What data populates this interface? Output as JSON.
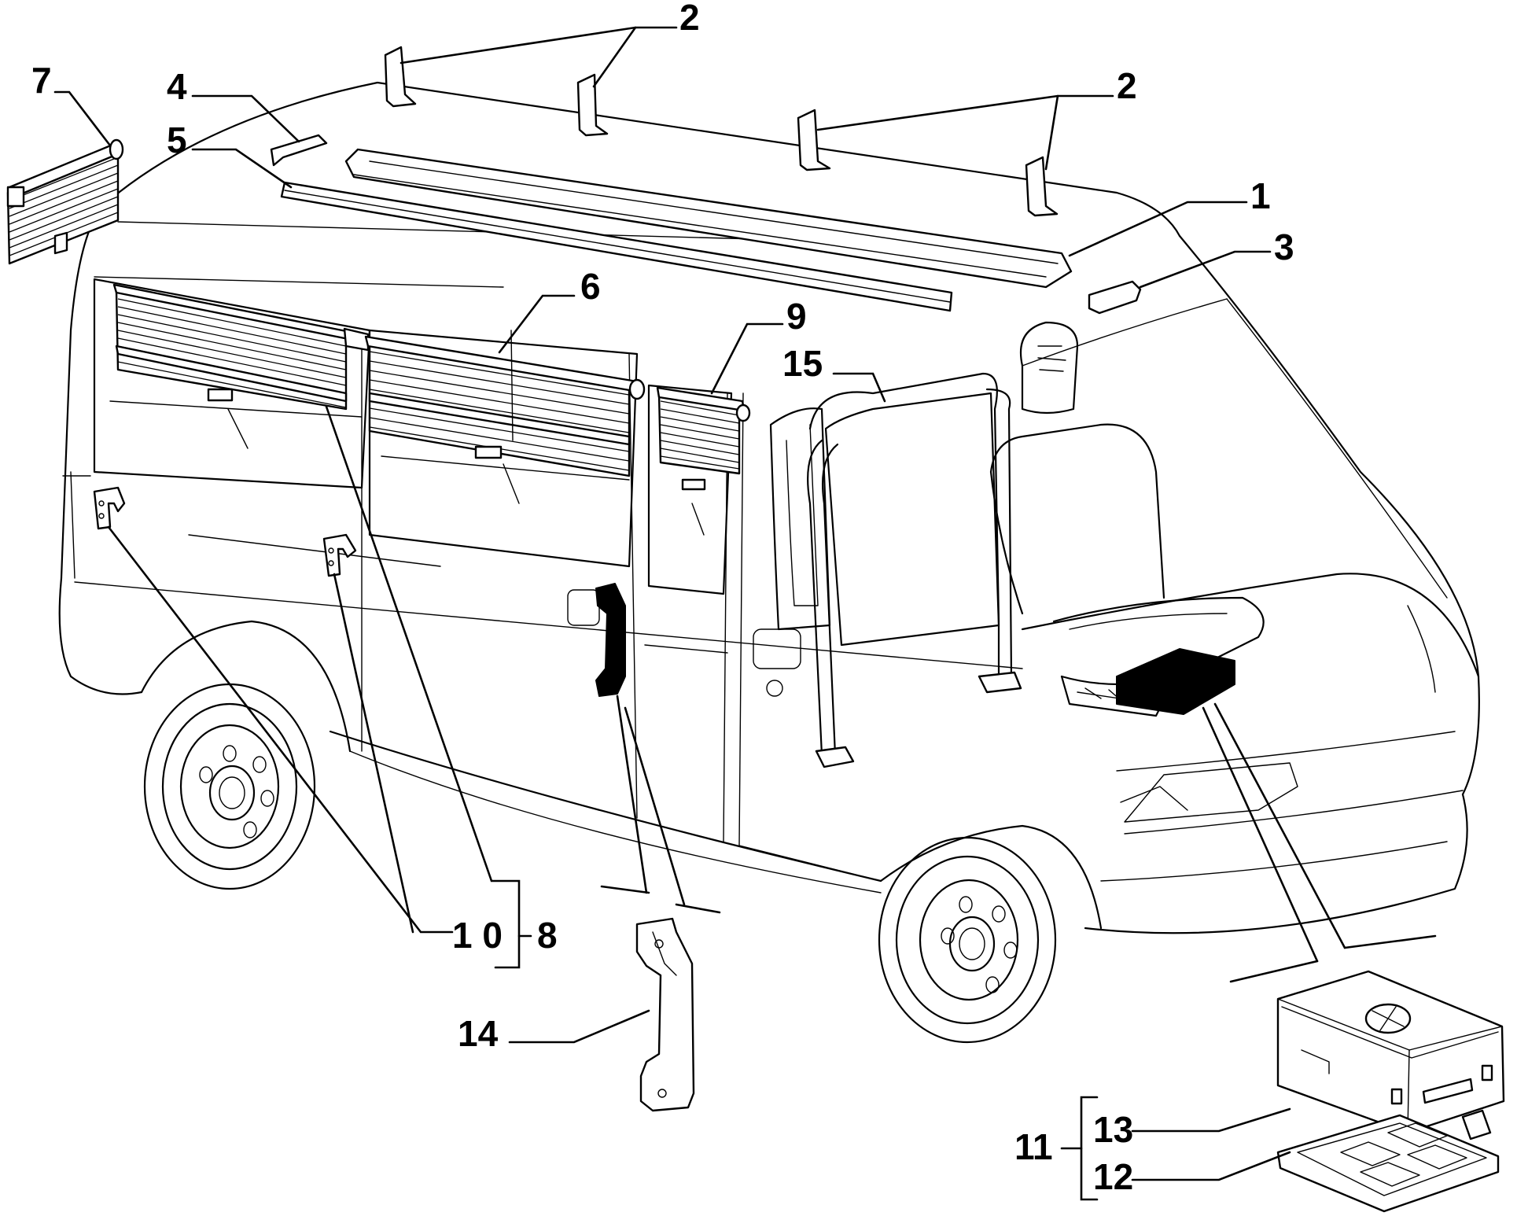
{
  "diagram": {
    "labels": {
      "l1": "1",
      "l2a": "2",
      "l2b": "2",
      "l3": "3",
      "l4": "4",
      "l5": "5",
      "l6": "6",
      "l7": "7",
      "l8": "8",
      "l9": "9",
      "l10": "1 0",
      "l11": "11",
      "l12": "12",
      "l13": "13",
      "l14": "14",
      "l15": "15"
    }
  }
}
